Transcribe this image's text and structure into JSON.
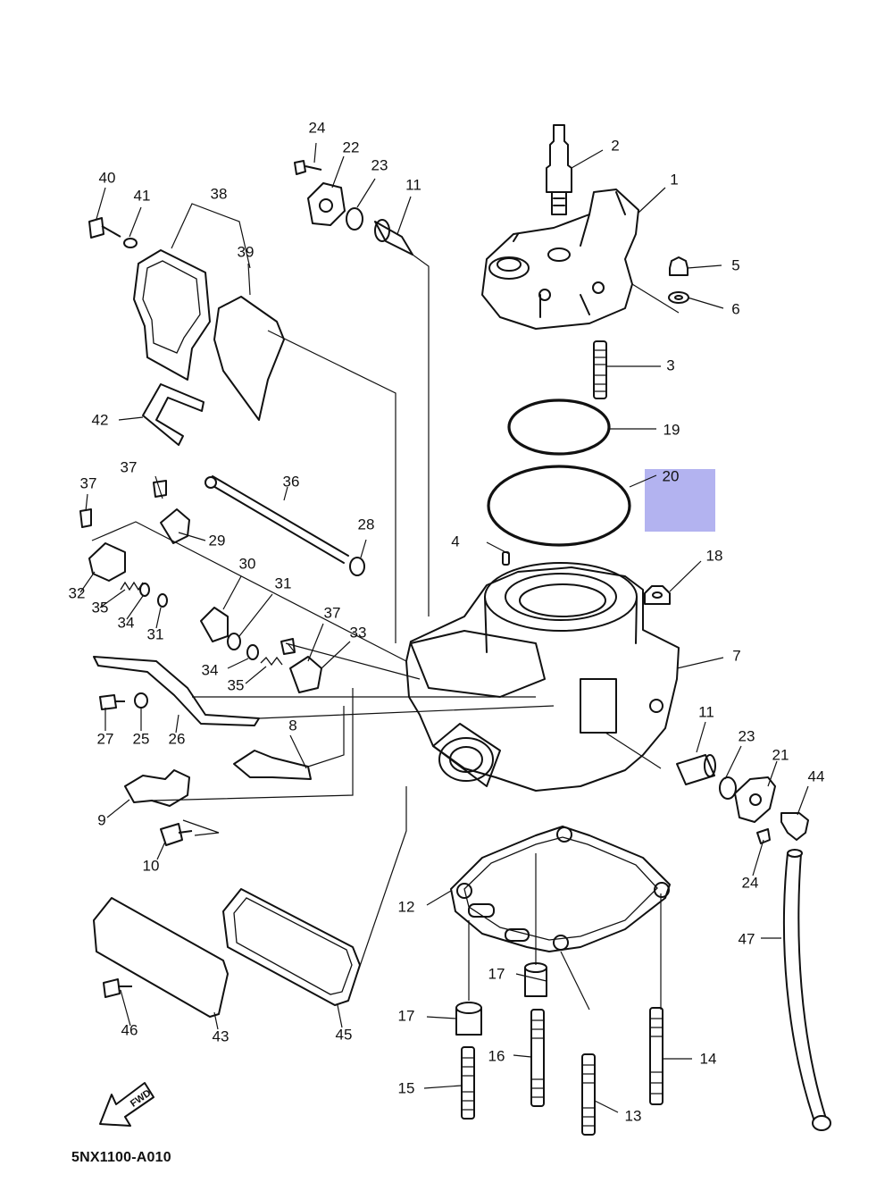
{
  "highlight_color": "#b3b3f0",
  "diagram_code": "5NX1100-A010",
  "fwd_label": "FWD",
  "callouts": [
    {
      "id": "1",
      "label": "1"
    },
    {
      "id": "2",
      "label": "2"
    },
    {
      "id": "3",
      "label": "3"
    },
    {
      "id": "4",
      "label": "4"
    },
    {
      "id": "5",
      "label": "5"
    },
    {
      "id": "6",
      "label": "6"
    },
    {
      "id": "7",
      "label": "7"
    },
    {
      "id": "8",
      "label": "8"
    },
    {
      "id": "9",
      "label": "9"
    },
    {
      "id": "10",
      "label": "10"
    },
    {
      "id": "11a",
      "label": "11"
    },
    {
      "id": "11b",
      "label": "11"
    },
    {
      "id": "12",
      "label": "12"
    },
    {
      "id": "13",
      "label": "13"
    },
    {
      "id": "14",
      "label": "14"
    },
    {
      "id": "15",
      "label": "15"
    },
    {
      "id": "16",
      "label": "16"
    },
    {
      "id": "17a",
      "label": "17"
    },
    {
      "id": "17b",
      "label": "17"
    },
    {
      "id": "18",
      "label": "18"
    },
    {
      "id": "19",
      "label": "19"
    },
    {
      "id": "20",
      "label": "20"
    },
    {
      "id": "21",
      "label": "21"
    },
    {
      "id": "22",
      "label": "22"
    },
    {
      "id": "23a",
      "label": "23"
    },
    {
      "id": "23b",
      "label": "23"
    },
    {
      "id": "24a",
      "label": "24"
    },
    {
      "id": "24b",
      "label": "24"
    },
    {
      "id": "25",
      "label": "25"
    },
    {
      "id": "26",
      "label": "26"
    },
    {
      "id": "27",
      "label": "27"
    },
    {
      "id": "28",
      "label": "28"
    },
    {
      "id": "29",
      "label": "29"
    },
    {
      "id": "30",
      "label": "30"
    },
    {
      "id": "31a",
      "label": "31"
    },
    {
      "id": "31b",
      "label": "31"
    },
    {
      "id": "32",
      "label": "32"
    },
    {
      "id": "33",
      "label": "33"
    },
    {
      "id": "34a",
      "label": "34"
    },
    {
      "id": "34b",
      "label": "34"
    },
    {
      "id": "35a",
      "label": "35"
    },
    {
      "id": "35b",
      "label": "35"
    },
    {
      "id": "36",
      "label": "36"
    },
    {
      "id": "37a",
      "label": "37"
    },
    {
      "id": "37b",
      "label": "37"
    },
    {
      "id": "37c",
      "label": "37"
    },
    {
      "id": "38",
      "label": "38"
    },
    {
      "id": "39",
      "label": "39"
    },
    {
      "id": "40",
      "label": "40"
    },
    {
      "id": "41",
      "label": "41"
    },
    {
      "id": "42",
      "label": "42"
    },
    {
      "id": "43",
      "label": "43"
    },
    {
      "id": "44",
      "label": "44"
    },
    {
      "id": "45",
      "label": "45"
    },
    {
      "id": "46",
      "label": "46"
    },
    {
      "id": "47",
      "label": "47"
    }
  ]
}
